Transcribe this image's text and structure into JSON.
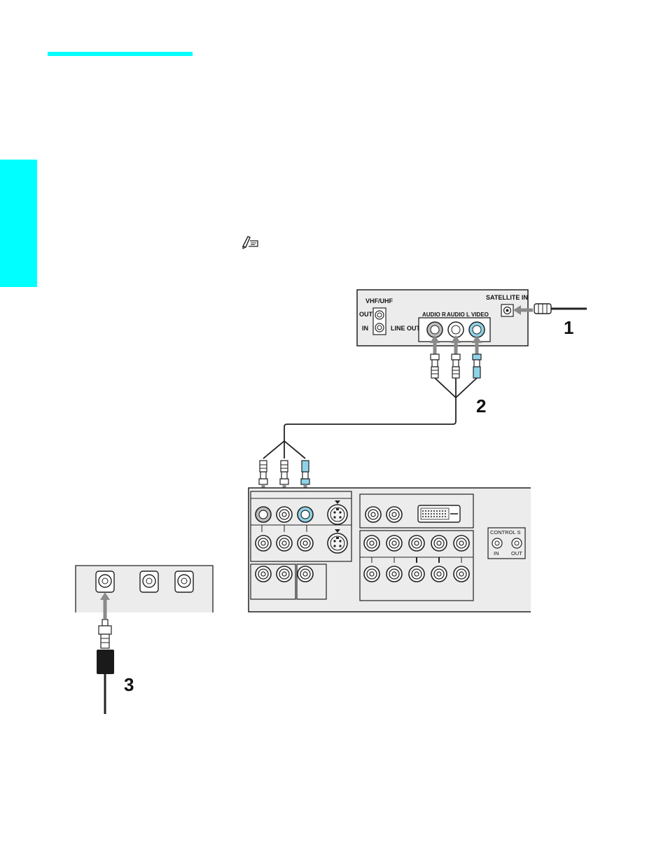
{
  "colors": {
    "accent": "#00ffff",
    "jack_video": "#8fd3e8",
    "panel": "#ececec"
  },
  "icons": {
    "note": "note-pencil-icon"
  },
  "satellite_receiver": {
    "vhf_uhf_label": "VHF/UHF",
    "out_label": "OUT",
    "in_label": "IN",
    "line_out_label": "LINE OUT",
    "audio_r_label": "AUDIO R",
    "audio_l_label": "AUDIO L",
    "video_label": "VIDEO",
    "satellite_in_label": "SATELLITE IN"
  },
  "tv_panel": {
    "control_s_label": "CONTROL S",
    "control_s_in_label": "IN",
    "control_s_out_label": "OUT"
  },
  "callouts": {
    "step1": "1",
    "step2": "2",
    "step3": "3"
  }
}
